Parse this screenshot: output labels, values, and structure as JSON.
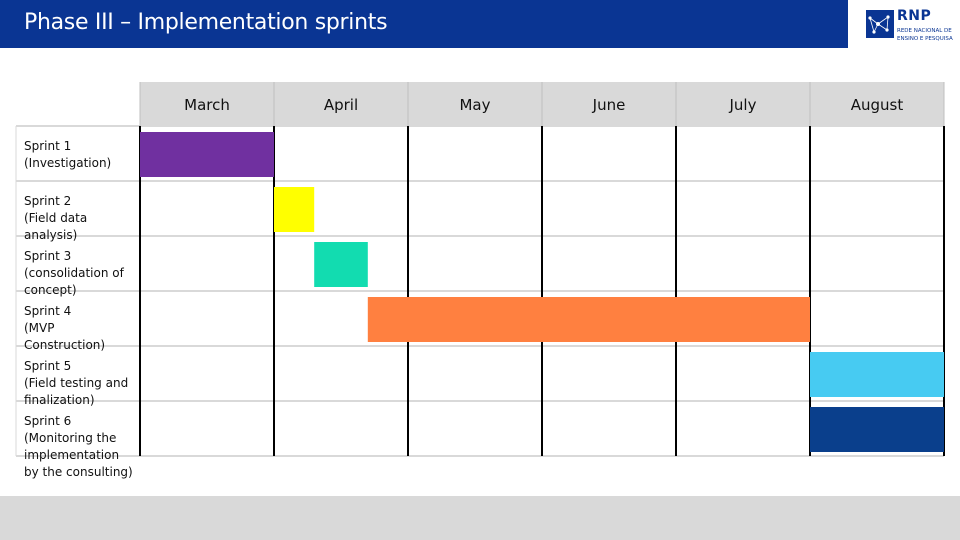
{
  "header": {
    "title": "Phase III – Implementation sprints",
    "bar_color": "#0a3593",
    "text_color": "#ffffff"
  },
  "logo": {
    "wordmark": "RNP",
    "subtitle_line1": "REDE NACIONAL DE",
    "subtitle_line2": "ENSINO E PESQUISA",
    "icon": "rnp-logo-icon",
    "color": "#0a3593"
  },
  "footer": {
    "color": "#d9d9d9"
  },
  "chart_data": {
    "type": "gantt",
    "categories": [
      "March",
      "April",
      "May",
      "June",
      "July",
      "August"
    ],
    "time_unit": "month",
    "header_color": "#d9d9d9",
    "grid": true,
    "tasks": [
      {
        "label": "Sprint 1 (Investigation)",
        "label_lines": [
          "Sprint 1",
          "(Investigation)"
        ],
        "start": 0.0,
        "end": 1.0,
        "color": "#7030a0"
      },
      {
        "label": "Sprint 2 (Field data analysis)",
        "label_lines": [
          "Sprint 2",
          "(Field data",
          "analysis)"
        ],
        "start": 1.0,
        "end": 1.3,
        "color": "#ffff00"
      },
      {
        "label": "Sprint 3 (consolidation of concept)",
        "label_lines": [
          "Sprint 3",
          "(consolidation of",
          "concept)"
        ],
        "start": 1.3,
        "end": 1.7,
        "color": "#12dcb0"
      },
      {
        "label": "Sprint 4 (MVP Construction)",
        "label_lines": [
          "Sprint 4",
          "(MVP",
          "Construction)"
        ],
        "start": 1.7,
        "end": 5.0,
        "color": "#ff8040"
      },
      {
        "label": "Sprint 5 (Field testing and finalization)",
        "label_lines": [
          "Sprint 5",
          "(Field testing and",
          "finalization)"
        ],
        "start": 5.0,
        "end": 6.0,
        "color": "#47cbf2"
      },
      {
        "label": "Sprint 6 (Monitoring the implementation by the consulting)",
        "label_lines": [
          "Sprint 6",
          "(Monitoring the",
          "implementation",
          "by the consulting)"
        ],
        "start": 5.0,
        "end": 6.0,
        "color": "#0a3f8c"
      }
    ]
  }
}
